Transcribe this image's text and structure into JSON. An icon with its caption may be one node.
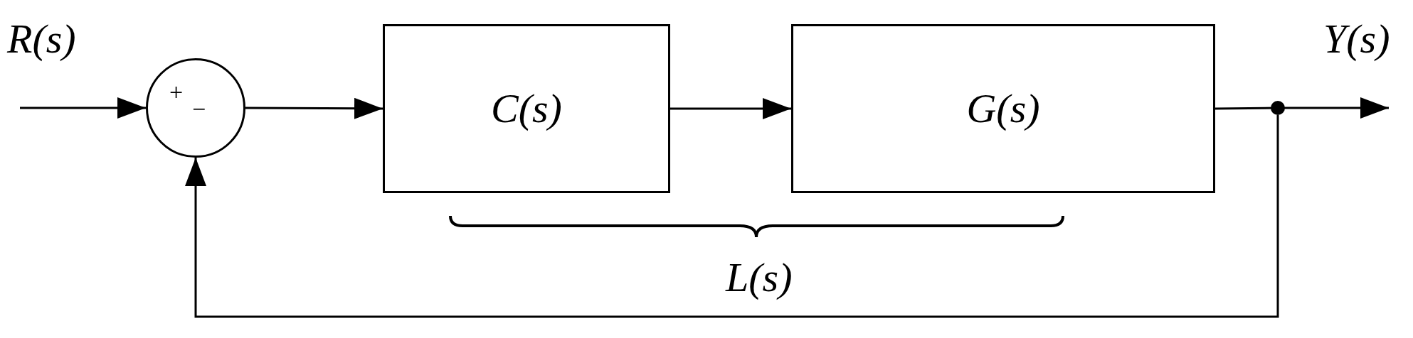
{
  "diagram": {
    "nodes": [
      {
        "text": [
          "+",
          "−"
        ]
      },
      {
        "text": [
          "C(s)"
        ]
      },
      {
        "text": [
          "G(s)"
        ]
      },
      {
        "text": [],
        "shape": "circle"
      }
    ],
    "edges": [
      {
        "from": null,
        "to": 0,
        "arrow": "to",
        "label": "R(s)"
      },
      {
        "from": 0,
        "to": 1,
        "arrow": "to"
      },
      {
        "from": 1,
        "to": 2,
        "arrow": "to"
      },
      {
        "from": 2,
        "to": 3,
        "arrow": "none"
      },
      {
        "from": 3,
        "to": null,
        "arrow": "to",
        "label": "Y(s)"
      },
      {
        "from": 3,
        "to": 0,
        "arrow": "to"
      }
    ],
    "labels": [
      "L(s)"
    ]
  }
}
